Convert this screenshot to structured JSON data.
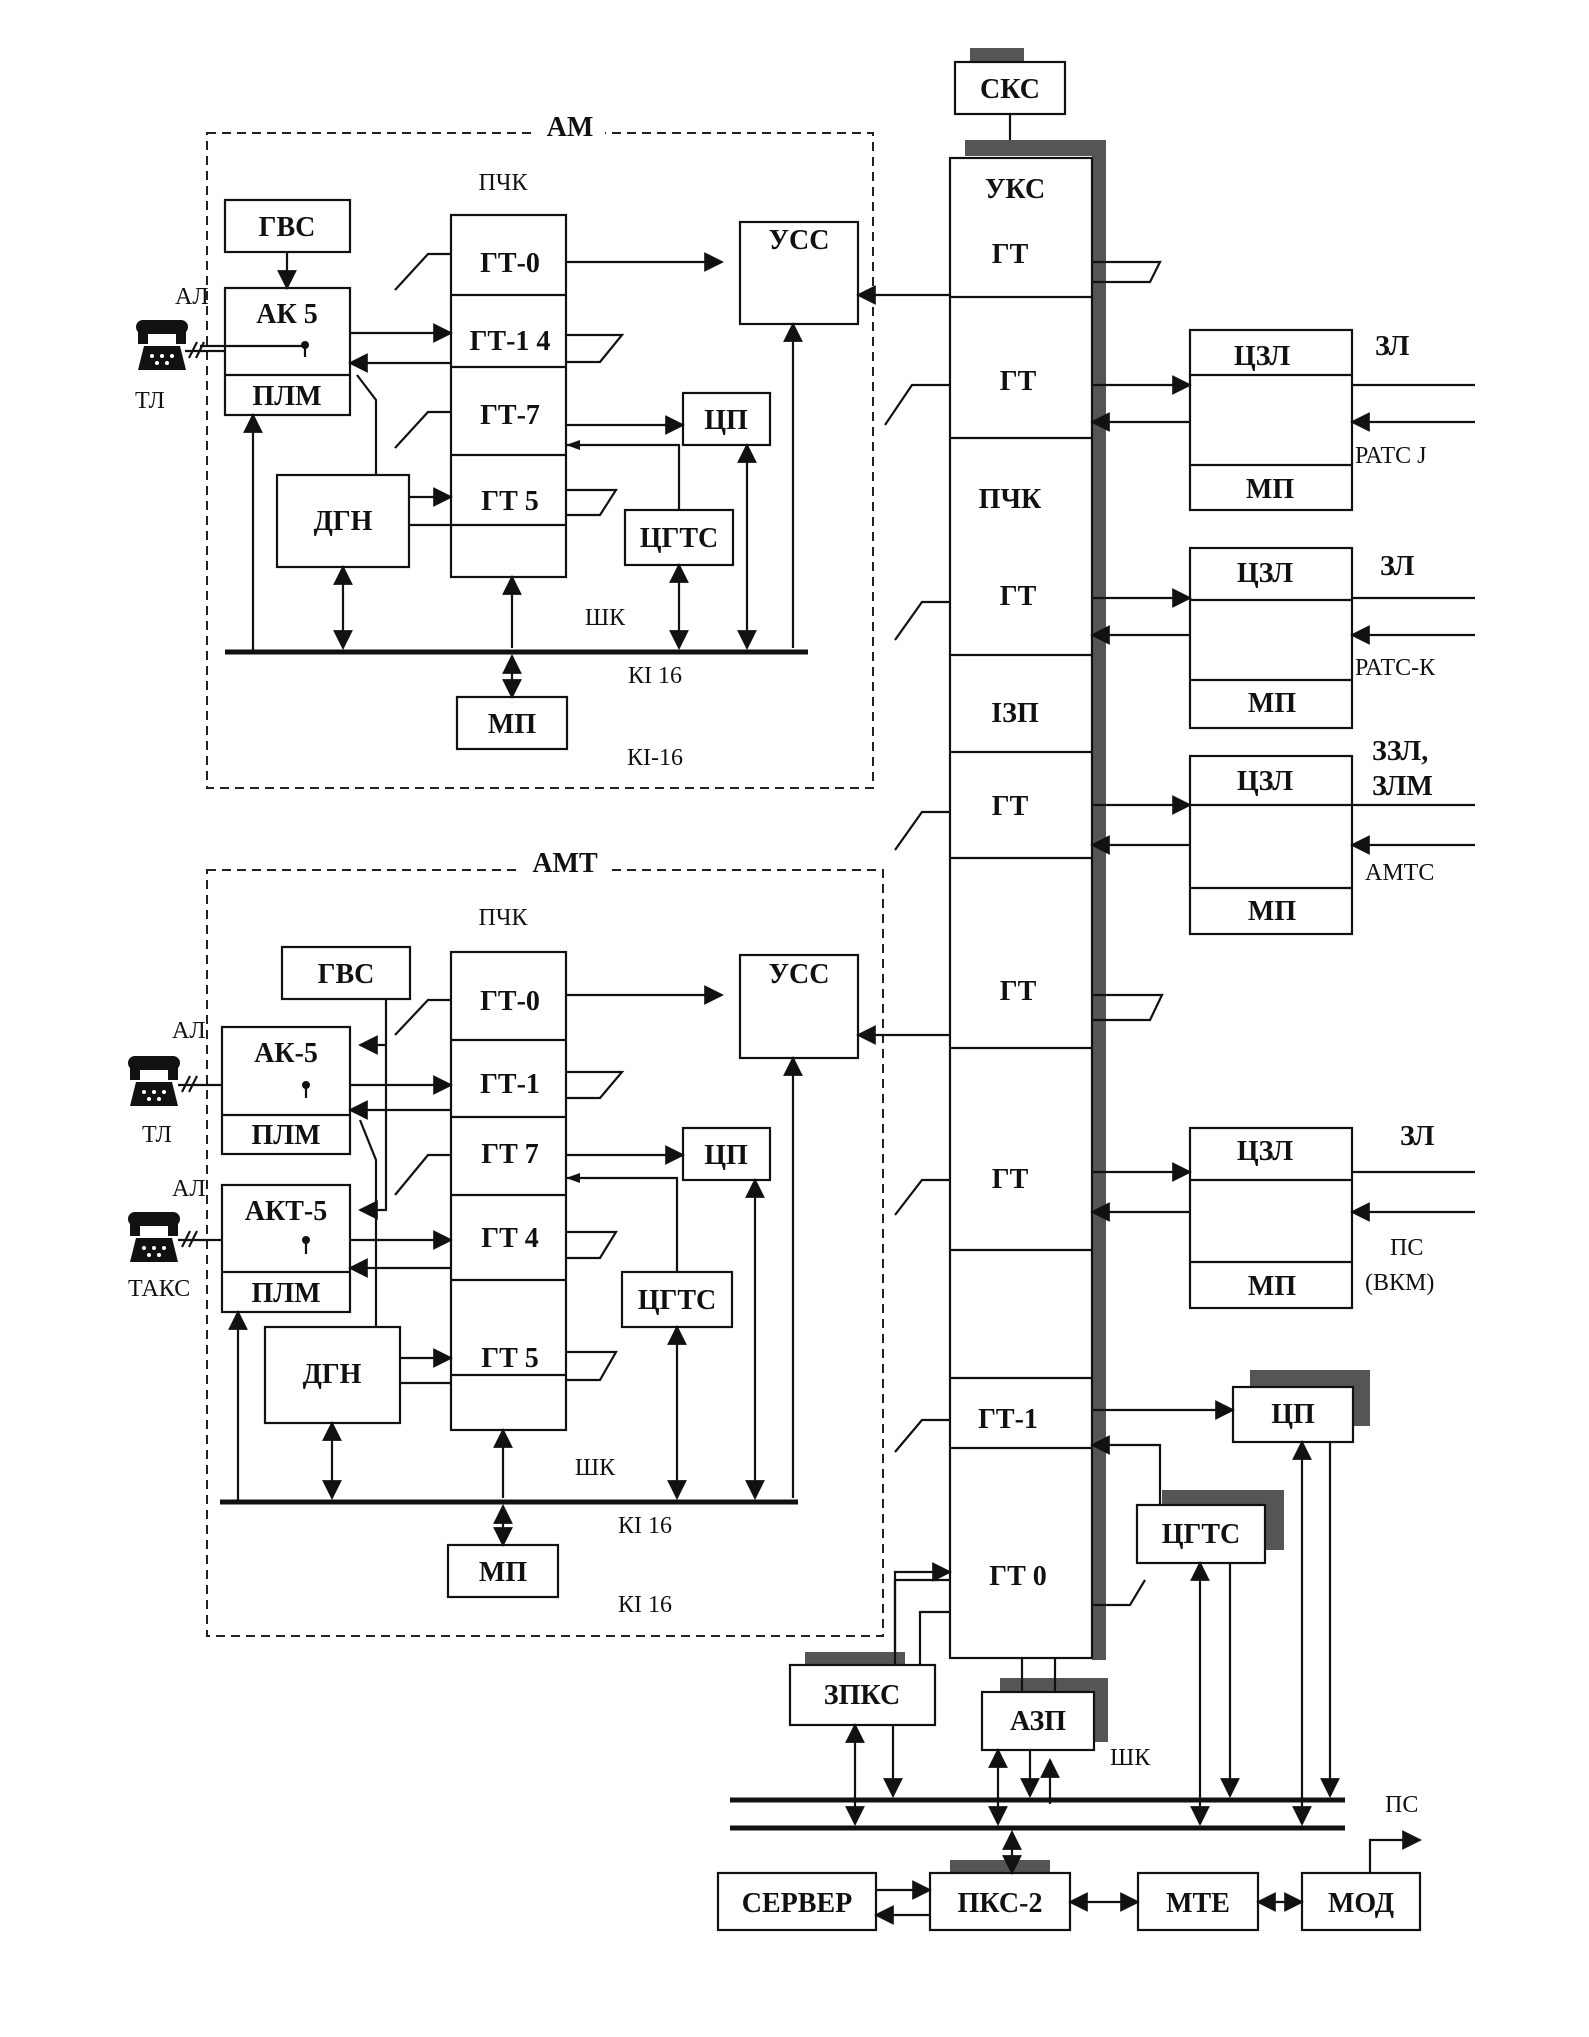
{
  "am": {
    "title": "АМ",
    "pchk": "ПЧК",
    "gvs": "ГВС",
    "ak": "АК 5",
    "plm": "ПЛМ",
    "gt0": "ГТ-0",
    "gt14": "ГТ-1 4",
    "gt7": "ГТ-7",
    "gt5": "ГТ 5",
    "uss": "УСС",
    "cp": "ЦП",
    "dgn": "ДГН",
    "cgts": "ЦГТС",
    "shk": "ШК",
    "ki1": "КІ 16",
    "mp": "МП",
    "ki2": "КІ-16",
    "al": "АЛ",
    "tl": "ТЛ"
  },
  "amt": {
    "title": "АМТ",
    "pchk": "ПЧК",
    "gvs": "ГВС",
    "ak": "АК-5",
    "plm1": "ПЛМ",
    "akt": "АКТ-5",
    "plm2": "ПЛМ",
    "gt0": "ГТ-0",
    "gt1": "ГТ-1",
    "gt7": "ГТ 7",
    "gt4": "ГТ 4",
    "gt5": "ГТ 5",
    "uss": "УСС",
    "cp": "ЦП",
    "dgn": "ДГН",
    "cgts": "ЦГТС",
    "shk": "ШК",
    "ki1": "КІ 16",
    "mp": "МП",
    "ki2": "КІ 16",
    "al1": "АЛ",
    "tl": "ТЛ",
    "al2": "АЛ",
    "taks": "ТАКС"
  },
  "core": {
    "sks": "СКС",
    "uks": "УКС",
    "gt_a": "ГТ",
    "gt_b": "ГТ",
    "pchk": "ПЧК",
    "gt_c": "ГТ",
    "izp": "ІЗП",
    "gt_d": "ГТ",
    "gt_e": "ГТ",
    "gt_f": "ГТ",
    "gt1": "ГТ-1",
    "gt0": "ГТ 0"
  },
  "right": {
    "czl": "ЦЗЛ",
    "mp": "МП",
    "zl1": "ЗЛ",
    "ratsj": "РАТС J",
    "zl2": "ЗЛ",
    "ratsk": "РАТС-К",
    "zzl": "ЗЗЛ,",
    "zlm": "ЗЛМ",
    "amts": "АМТС",
    "zl4": "ЗЛ",
    "ps": "ПС",
    "vkm": "(ВКМ)",
    "cp": "ЦП",
    "cgts": "ЦГТС"
  },
  "bottom": {
    "zpks": "ЗПКС",
    "azp": "АЗП",
    "shk": "ШК",
    "ps": "ПС",
    "server": "СЕРВЕР",
    "pks2": "ПКС-2",
    "mtf": "МТЕ",
    "mod": "МОД"
  }
}
